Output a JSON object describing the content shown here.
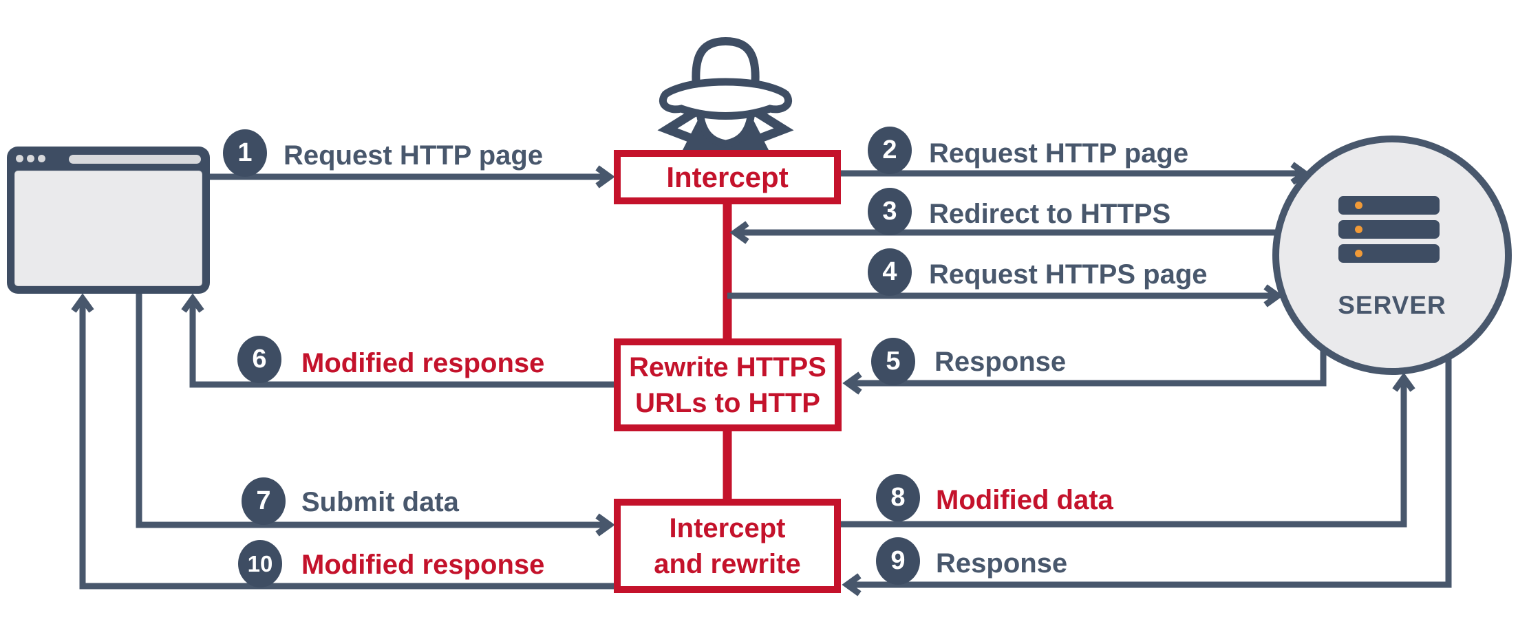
{
  "palette": {
    "slate_icon": "#3E4D63",
    "slate_line_text": "#48576C",
    "red_accent": "#C4122B",
    "node_fill_gray": "#EAEAEC",
    "light_bar_gray": "#D8D9DC",
    "server_led_orange": "#F19A37",
    "background": "#FFFFFF"
  },
  "client": {
    "icon": "browser-window-icon"
  },
  "attacker": {
    "icon": "spy-icon",
    "boxes": {
      "intercept": {
        "label": "Intercept"
      },
      "rewrite": {
        "line1": "Rewrite HTTPS",
        "line2": "URLs to HTTP"
      },
      "intercept_rewrite": {
        "line1": "Intercept",
        "line2": "and rewrite"
      }
    }
  },
  "server": {
    "icon": "server-rack-icon",
    "label": "SERVER"
  },
  "steps": [
    {
      "num": "1",
      "label": "Request HTTP page",
      "emphasis": "normal",
      "from": "client",
      "to": "intercept"
    },
    {
      "num": "2",
      "label": "Request HTTP page",
      "emphasis": "normal",
      "from": "intercept",
      "to": "server"
    },
    {
      "num": "3",
      "label": "Redirect to HTTPS",
      "emphasis": "normal",
      "from": "server",
      "to": "attacker"
    },
    {
      "num": "4",
      "label": "Request HTTPS page",
      "emphasis": "normal",
      "from": "attacker",
      "to": "server"
    },
    {
      "num": "5",
      "label": "Response",
      "emphasis": "normal",
      "from": "server",
      "to": "rewrite"
    },
    {
      "num": "6",
      "label": "Modified response",
      "emphasis": "red",
      "from": "rewrite",
      "to": "client"
    },
    {
      "num": "7",
      "label": "Submit data",
      "emphasis": "normal",
      "from": "client",
      "to": "intercept_rewrite"
    },
    {
      "num": "8",
      "label": "Modified data",
      "emphasis": "red",
      "from": "intercept_rewrite",
      "to": "server"
    },
    {
      "num": "9",
      "label": "Response",
      "emphasis": "normal",
      "from": "server",
      "to": "intercept_rewrite"
    },
    {
      "num": "10",
      "label": "Modified response",
      "emphasis": "red",
      "from": "intercept_rewrite",
      "to": "client"
    }
  ]
}
